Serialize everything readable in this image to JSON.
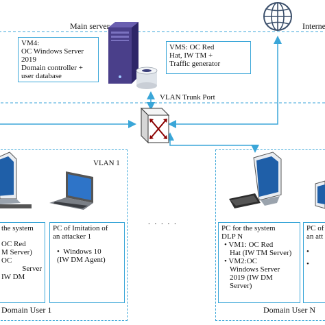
{
  "main_server": {
    "title": "Main server",
    "vm4": [
      "VM4:",
      "OC Windows Server",
      "2019",
      "Domain controller +",
      "user database"
    ],
    "vms": [
      "VMS: OC Red",
      "Hat,   IW  TM  +",
      "Traffic generator"
    ]
  },
  "internet_label": "Interne",
  "switch_label": "VLAN Trunk Port",
  "vlan_label": "VLAN 1",
  "ellipsis": ". . . . .",
  "left_domain": {
    "caption": "Domain User 1",
    "system_pc": [
      "the system",
      "OC Red",
      "M Server)",
      "OC",
      "Server",
      "IW   DM"
    ],
    "attacker_pc": {
      "title": [
        "PC of Imitation of",
        "an attacker 1"
      ],
      "bullets": [
        "Windows 10",
        "(IW DM Agent)"
      ]
    }
  },
  "right_domain": {
    "caption": "Domain User N",
    "system_pc": {
      "title": [
        "PC  for  the  system",
        "DLP N"
      ],
      "bullets": [
        "VM1: OC Red",
        "Hat (IW TM Server)",
        "VM2:OC",
        "Windows    Server",
        "2019     (IW     DM",
        "Server)"
      ]
    },
    "attacker_pc": [
      "PC of",
      "an att"
    ]
  },
  "colors": {
    "line": "#3aa6d8",
    "server": "#4a3f8a",
    "switch": "#8b0000"
  }
}
